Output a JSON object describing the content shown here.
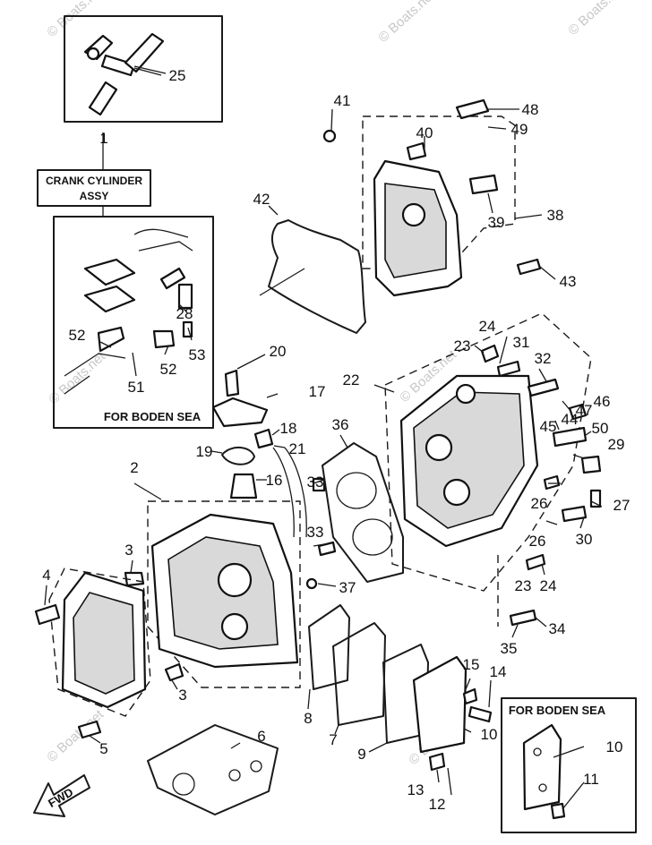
{
  "labels": {
    "l1": "1",
    "l2": "2",
    "l3a": "3",
    "l3b": "3",
    "l4": "4",
    "l5": "5",
    "l6": "6",
    "l7": "7",
    "l8": "8",
    "l9": "9",
    "l10a": "10",
    "l10b": "10",
    "l11": "11",
    "l12": "12",
    "l13": "13",
    "l14": "14",
    "l15": "15",
    "l16": "16",
    "l17": "17",
    "l18": "18",
    "l19": "19",
    "l20": "20",
    "l21": "21",
    "l22": "22",
    "l23a": "23",
    "l23b": "23",
    "l24a": "24",
    "l24b": "24",
    "l25": "25",
    "l26a": "26",
    "l26b": "26",
    "l27": "27",
    "l28": "28",
    "l29": "29",
    "l30": "30",
    "l31": "31",
    "l32": "32",
    "l33a": "33",
    "l33b": "33",
    "l34": "34",
    "l35": "35",
    "l36": "36",
    "l37": "37",
    "l38": "38",
    "l39": "39",
    "l40": "40",
    "l41": "41",
    "l42": "42",
    "l43": "43",
    "l44": "44",
    "l45": "45",
    "l46": "46",
    "l47": "47",
    "l48": "48",
    "l49": "49",
    "l50": "50",
    "l51": "51",
    "l52a": "52",
    "l52b": "52",
    "l53": "53"
  },
  "assy_box": {
    "line1": "CRANK CYLINDER",
    "line2": "ASSY"
  },
  "boden_left": "FOR BODEN SEA",
  "boden_right": "FOR BODEN SEA",
  "fwd": "FWD",
  "watermarks": [
    "© Boats.net",
    "© Boats.net",
    "© Boats.net",
    "© Boats.net",
    "© Boats.net",
    "© Boats.net",
    "© Boats.net"
  ]
}
